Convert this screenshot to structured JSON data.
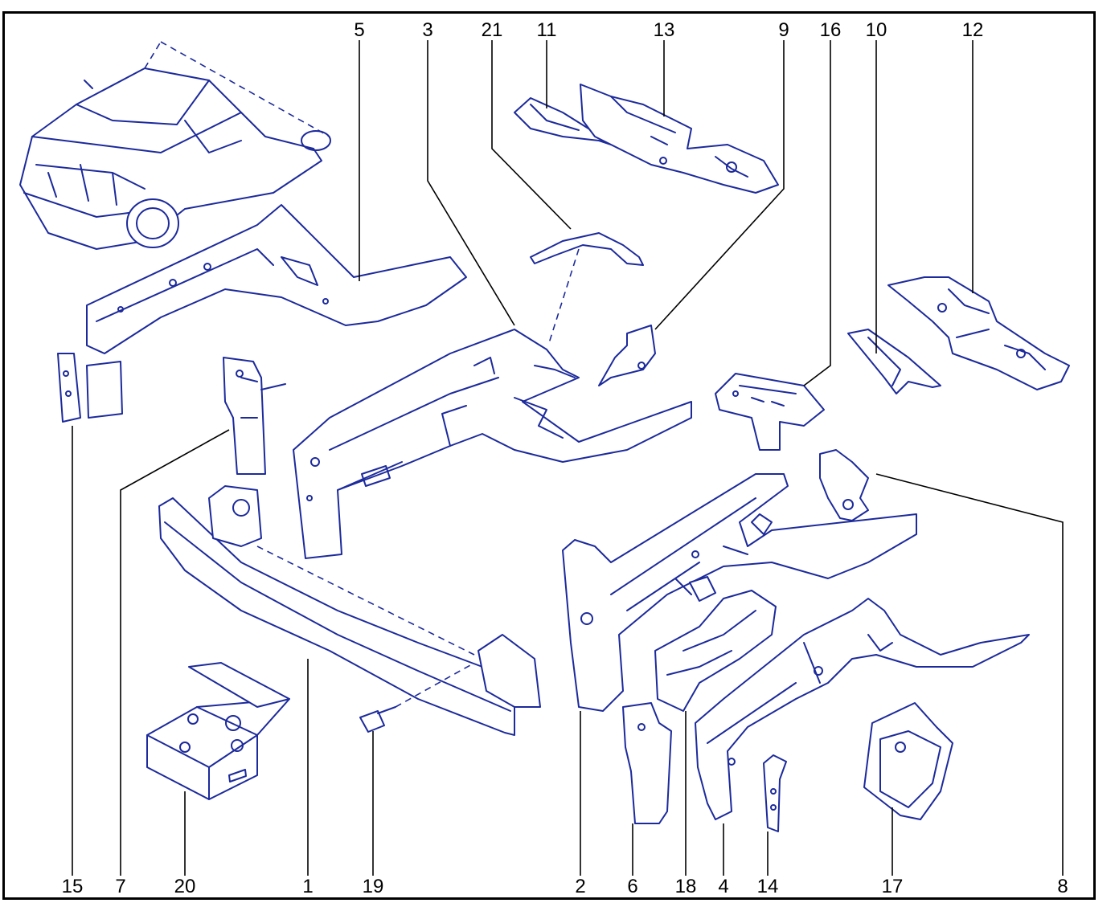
{
  "figure": {
    "callouts_top": [
      "5",
      "3",
      "21",
      "11",
      "13",
      "9",
      "16",
      "10",
      "12"
    ],
    "callouts_bottom": [
      "15",
      "7",
      "20",
      "1",
      "19",
      "2",
      "6",
      "18",
      "4",
      "14",
      "17",
      "8"
    ]
  },
  "colors": {
    "line_art": "#1c2a9c",
    "leader_lines": "#000000",
    "border": "#000000"
  }
}
